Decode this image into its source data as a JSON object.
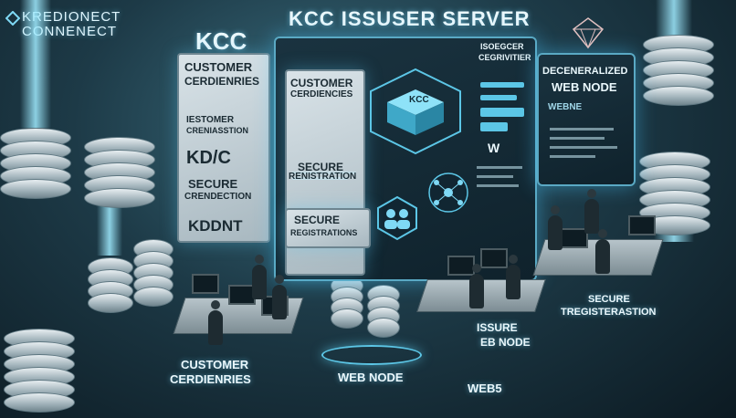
{
  "logo": {
    "line1": "KREDIONECT",
    "line2": "CONNENECT"
  },
  "header": {
    "kcc": "KCC",
    "server_title": "KCC ISSUSER SERVER"
  },
  "left_panel": {
    "line1": "CUSTOMER",
    "line2": "CERDIENRIES",
    "item1": "IESTOMER",
    "item1b": "CRENIASSTION",
    "kdc": "KD/C",
    "secure": "SECURE",
    "secure_sub": "CRENDECTION",
    "kddnt": "KDDNT"
  },
  "main_screen": {
    "customer": "CUSTOMER",
    "cerdiencies": "CERDIENCIES",
    "cube_label": "KCC",
    "secure_reg1": "SECURE",
    "secure_reg1b": "RENISTRATION",
    "secure_reg2": "SECURE",
    "secure_reg2b": "REGISTRATIONS",
    "right_head1": "ISOEGCER",
    "right_head2": "CEGRIVITIER",
    "bottom_w": "W"
  },
  "right_panel": {
    "line1": "DECENERALIZED",
    "line2": "WEB NODE",
    "sub": "WEBNE"
  },
  "floor_labels": {
    "customer": "CUSTOMER",
    "cerdienries": "CERDIENRIES",
    "web_node": "WEB NODE",
    "issure": "ISSURE",
    "eb_node": "EB NODE",
    "web5": "WEB5",
    "secure": "SECURE",
    "tregistration": "TREGISTERASTION"
  },
  "colors": {
    "accent": "#5cc6e6",
    "background": "#1d3a47",
    "panel": "#c6d2d8"
  },
  "icons": [
    "kcc-logo-icon",
    "cube-icon",
    "users-icon",
    "network-icon",
    "gem-icon",
    "server-stack-icon"
  ]
}
